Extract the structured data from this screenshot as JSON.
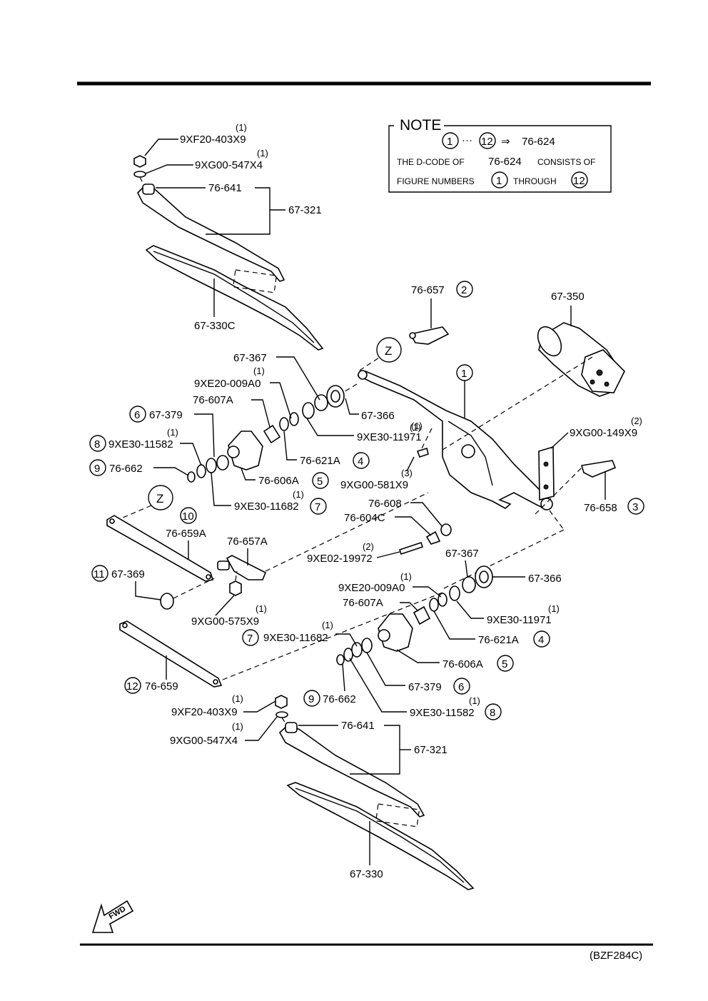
{
  "note": {
    "title": "NOTE",
    "range_start": "1",
    "range_sep": "···",
    "range_end": "12",
    "arrow": "⇒",
    "code": "76-624",
    "line2_a": "THE D-CODE OF",
    "line2_code": "76-624",
    "line2_b": "CONSISTS OF",
    "line3_a": "FIGURE NUMBERS",
    "line3_num1": "1",
    "line3_b": "THROUGH",
    "line3_num2": "12"
  },
  "labels": {
    "top_nut": "9XF20-403X9",
    "top_nut_q": "(1)",
    "top_washer": "9XG00-547X4",
    "top_washer_q": "(1)",
    "top_cap": "76-641",
    "top_arm": "67-321",
    "top_blade": "67-330C",
    "link_76657": "76-657",
    "link_76657_n": "2",
    "motor": "67-350",
    "bush_67367": "67-367",
    "ring_9xe20": "9XE20-009A0",
    "ring_9xe20_q": "(1)",
    "sleeve_76607": "76-607A",
    "ring_67379": "67-379",
    "ring_67379_n": "6",
    "clip_9xe30_11582": "9XE30-11582",
    "clip_9xe30_11582_q": "(1)",
    "clip_9xe30_11582_n": "8",
    "washer_76662": "76-662",
    "washer_76662_n": "9",
    "cap_67366": "67-366",
    "clip_9xe30_11971": "9XE30-11971",
    "clip_9xe30_11971_q": "(1)",
    "seal_76621": "76-621A",
    "seal_76621_n": "4",
    "boot_76606": "76-606A",
    "boot_76606_n": "5",
    "clip_9xe30_11682": "9XE30-11682",
    "clip_9xe30_11682_q": "(1)",
    "clip_9xe30_11682_n": "7",
    "frame_n": "1",
    "bolt_9xg00_581": "9XG00-581X9",
    "bolt_9xg00_581_q": "(1)",
    "bolt_9xg00_581_q2": "(3)",
    "bracket_9xg00_149": "9XG00-149X9",
    "bracket_9xg00_149_q": "(2)",
    "link_76658": "76-658",
    "link_76658_n": "3",
    "z": "Z",
    "rod_76659a": "76-659A",
    "rod_76659a_n": "10",
    "crank_76657a": "76-657A",
    "nut_76608": "76-608",
    "nut_76604c": "76-604C",
    "screw_9xe02": "9XE02-19972",
    "screw_9xe02_q": "(2)",
    "bush_67369": "67-369",
    "bush_67369_n": "11",
    "nut_9xg00_575": "9XG00-575X9",
    "nut_9xg00_575_q": "(1)",
    "rod_76659": "76-659",
    "rod_76659_n": "12",
    "low_67367": "67-367",
    "low_67366": "67-366",
    "low_9xe20": "9XE20-009A0",
    "low_9xe20_q": "(1)",
    "low_76607": "76-607A",
    "low_9xe30_11971": "9XE30-11971",
    "low_9xe30_11971_q": "(1)",
    "low_76621": "76-621A",
    "low_76621_n": "4",
    "low_9xe30_11682": "9XE30-11682",
    "low_9xe30_11682_q": "(1)",
    "low_9xe30_11682_n": "7",
    "low_76606": "76-606A",
    "low_76606_n": "5",
    "low_67379": "67-379",
    "low_67379_n": "6",
    "low_76662": "76-662",
    "low_76662_n": "9",
    "low_9xe30_11582": "9XE30-11582",
    "low_9xe30_11582_q": "(1)",
    "low_9xe30_11582_n": "8",
    "bot_nut": "9XF20-403X9",
    "bot_nut_q": "(1)",
    "bot_washer": "9XG00-547X4",
    "bot_washer_q": "(1)",
    "bot_cap": "76-641",
    "bot_arm": "67-321",
    "bot_blade": "67-330",
    "fwd": "FWD",
    "code": "(BZF284C)"
  }
}
